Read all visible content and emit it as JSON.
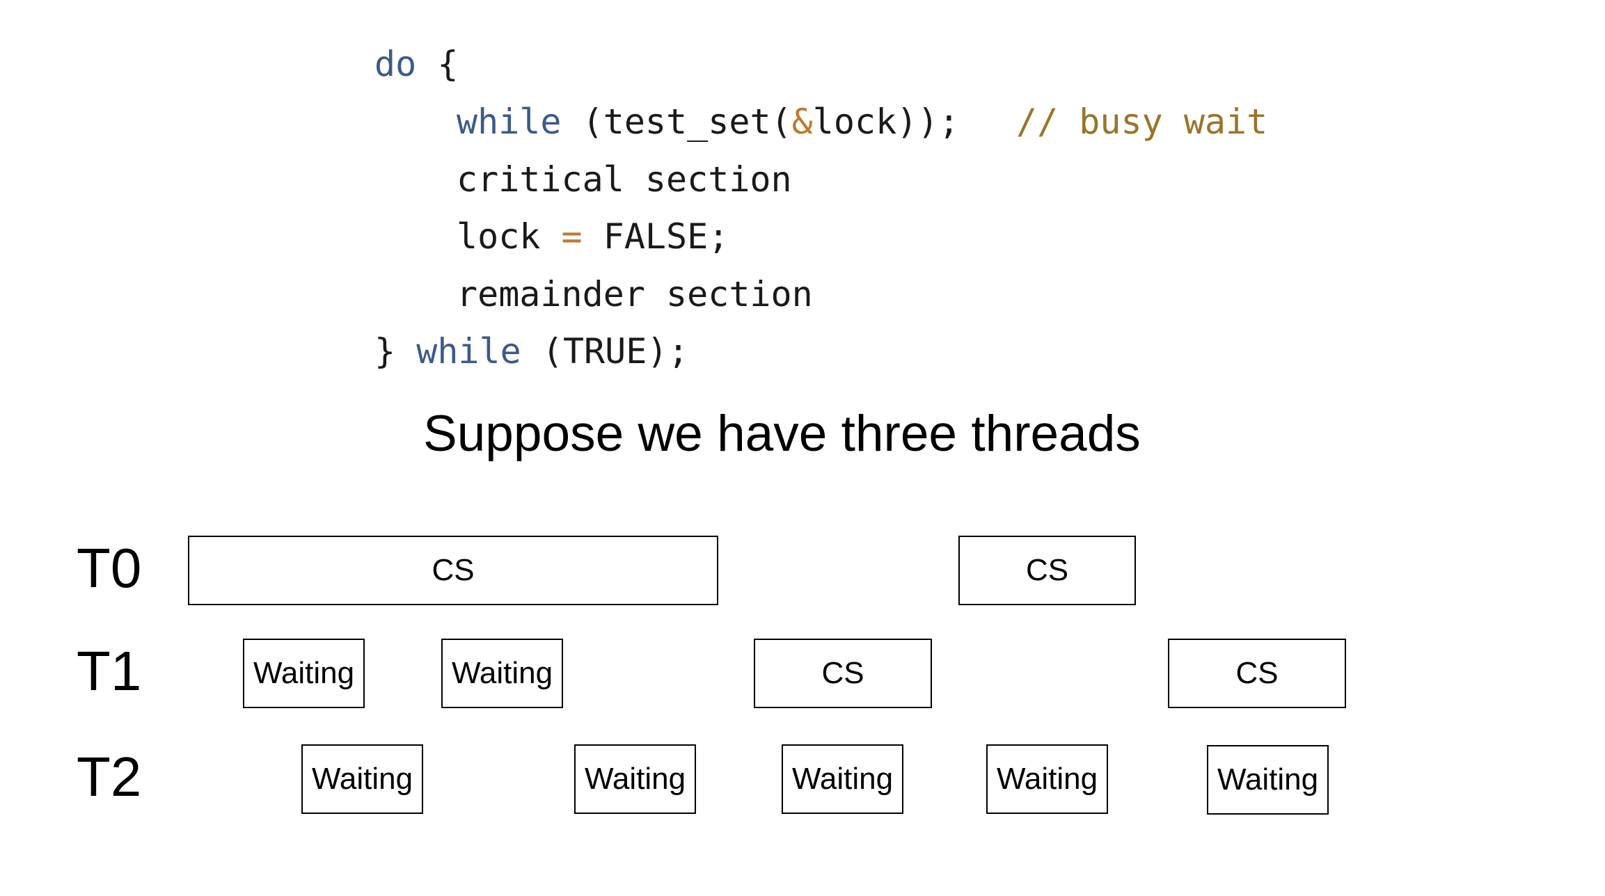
{
  "code": {
    "line1_kw": "do",
    "line1_rest": " {",
    "line2_kw": "while",
    "line2_a": " (test_set(",
    "line2_op": "&",
    "line2_b": "lock));",
    "line2_comment": "// busy wait",
    "line3": "critical section",
    "line4_a": "lock ",
    "line4_op": "=",
    "line4_b": " FALSE;",
    "line5": "remainder section",
    "line6_a": "} ",
    "line6_kw": "while",
    "line6_b": " (TRUE);"
  },
  "headline": "Suppose we have three threads",
  "timeline": {
    "rows": [
      {
        "label": "T0",
        "blocks": [
          {
            "label": "CS"
          },
          {
            "label": "CS"
          }
        ]
      },
      {
        "label": "T1",
        "blocks": [
          {
            "label": "Waiting"
          },
          {
            "label": "Waiting"
          },
          {
            "label": "CS"
          },
          {
            "label": "CS"
          }
        ]
      },
      {
        "label": "T2",
        "blocks": [
          {
            "label": "Waiting"
          },
          {
            "label": "Waiting"
          },
          {
            "label": "Waiting"
          },
          {
            "label": "Waiting"
          },
          {
            "label": "Waiting"
          }
        ]
      }
    ]
  }
}
